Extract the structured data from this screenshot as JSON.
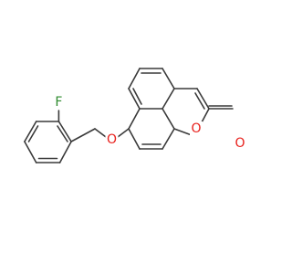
{
  "molecule": {
    "atoms": {
      "fluorine": {
        "symbol": "F",
        "color": "#2e8b2e"
      },
      "ether_oxygen": {
        "symbol": "O",
        "color": "#e8201c"
      },
      "ring_oxygen": {
        "symbol": "O",
        "color": "#e8201c"
      },
      "carbonyl_oxygen": {
        "symbol": "O",
        "color": "#e8201c"
      }
    },
    "bond_color": "#3a3a3a"
  }
}
